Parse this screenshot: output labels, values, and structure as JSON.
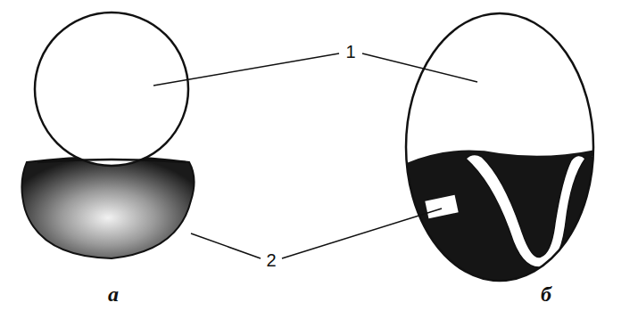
{
  "diagram": {
    "labels": [
      "1",
      "2",
      "а",
      "б"
    ]
  }
}
